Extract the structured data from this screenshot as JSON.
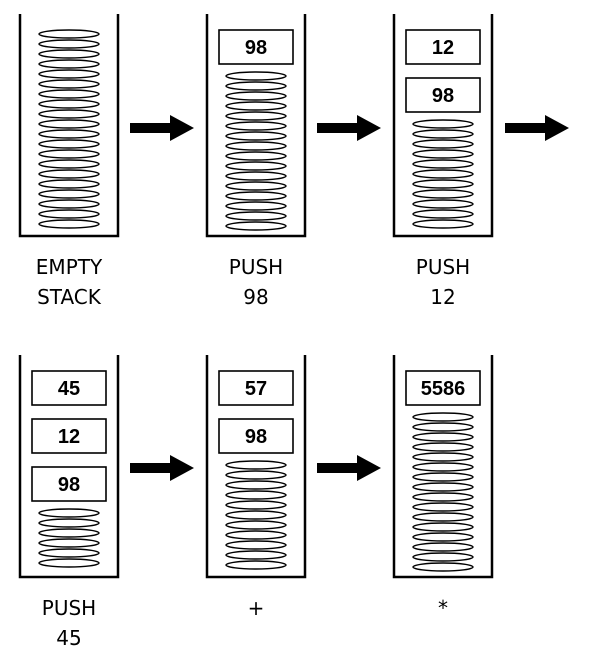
{
  "stacks": [
    {
      "values": [],
      "label_lines": [
        "EMPTY",
        "STACK"
      ]
    },
    {
      "values": [
        "98"
      ],
      "label_lines": [
        "PUSH",
        "98"
      ]
    },
    {
      "values": [
        "12",
        "98"
      ],
      "label_lines": [
        "PUSH",
        "12"
      ]
    },
    {
      "values": [
        "45",
        "12",
        "98"
      ],
      "label_lines": [
        "PUSH",
        "45"
      ]
    },
    {
      "values": [
        "57",
        "98"
      ],
      "label_lines": [
        "+"
      ]
    },
    {
      "values": [
        "5586"
      ],
      "label_lines": [
        "*"
      ]
    }
  ],
  "colors": {
    "stroke": "#000000",
    "background": "#ffffff"
  }
}
